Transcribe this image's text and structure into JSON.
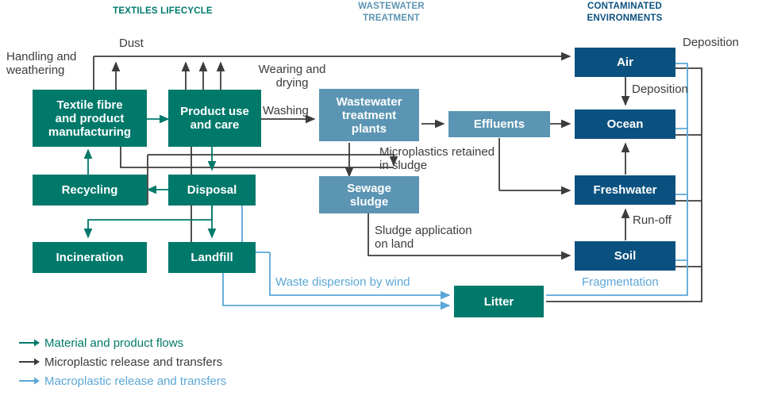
{
  "headers": [
    {
      "id": "textiles",
      "label": "TEXTILES LIFECYCLE",
      "color": "#00796b"
    },
    {
      "id": "wastewater",
      "label": "WASTEWATER\nTREATMENT",
      "line1": "WASTEWATER",
      "line2": "TREATMENT",
      "color": "#5b95b3"
    },
    {
      "id": "contaminated",
      "label": "CONTAMINATED\nENVIRONMENTS",
      "line1": "CONTAMINATED",
      "line2": "ENVIRONMENTS",
      "color": "#0b5180"
    }
  ],
  "nodes": {
    "textile_fibre": "Textile fibre\nand product\nmanufacturing",
    "textile_fibre_l1": "Textile fibre",
    "textile_fibre_l2": "and product",
    "textile_fibre_l3": "manufacturing",
    "product_use_l1": "Product use",
    "product_use_l2": "and care",
    "recycling": "Recycling",
    "disposal": "Disposal",
    "incineration": "Incineration",
    "landfill": "Landfill",
    "wwtp_l1": "Wastewater",
    "wwtp_l2": "treatment",
    "wwtp_l3": "plants",
    "effluents": "Effluents",
    "sewage_l1": "Sewage",
    "sewage_l2": "sludge",
    "litter": "Litter",
    "air": "Air",
    "ocean": "Ocean",
    "freshwater": "Freshwater",
    "soil": "Soil"
  },
  "edge_labels": {
    "dust": "Dust",
    "handling_l1": "Handling and",
    "handling_l2": "weathering",
    "wearing_l1": "Wearing and",
    "wearing_l2": "drying",
    "washing": "Washing",
    "microplastics_l1": "Microplastics retained",
    "microplastics_l2": "in sludge",
    "sludge_l1": "Sludge application",
    "sludge_l2": "on land",
    "deposition_top": "Deposition",
    "deposition_air_ocean": "Deposition",
    "runoff": "Run-off",
    "waste_dispersion": "Waste dispersion by wind",
    "fragmentation": "Fragmentation"
  },
  "legend": [
    {
      "label": "Material and product flows",
      "color": "#00796b"
    },
    {
      "label": "Microplastic release and transfers",
      "color": "#3c3c3b"
    },
    {
      "label": "Macroplastic release and transfers",
      "color": "#5ba7d6"
    }
  ],
  "colors": {
    "teal": "#00796b",
    "mid_blue": "#5b95b3",
    "dark_blue": "#0b5180",
    "line_black": "#3c3c3b",
    "line_blue": "#5ba7d6",
    "background": "#ffffff"
  },
  "chart_data": {
    "type": "diagram",
    "title": "Textiles lifecycle and plastic release pathways",
    "groups": [
      {
        "name": "TEXTILES LIFECYCLE",
        "members": [
          "Textile fibre and product manufacturing",
          "Product use and care",
          "Recycling",
          "Disposal",
          "Incineration",
          "Landfill",
          "Litter"
        ]
      },
      {
        "name": "WASTEWATER TREATMENT",
        "members": [
          "Wastewater treatment plants",
          "Effluents",
          "Sewage sludge"
        ]
      },
      {
        "name": "CONTAMINATED ENVIRONMENTS",
        "members": [
          "Air",
          "Ocean",
          "Freshwater",
          "Soil"
        ]
      }
    ],
    "edges": [
      {
        "from": "Textile fibre and product manufacturing",
        "to": "Product use and care",
        "type": "material",
        "label": ""
      },
      {
        "from": "Product use and care",
        "to": "Disposal",
        "type": "material",
        "label": ""
      },
      {
        "from": "Disposal",
        "to": "Recycling",
        "type": "material",
        "label": ""
      },
      {
        "from": "Recycling",
        "to": "Textile fibre and product manufacturing",
        "type": "material",
        "label": ""
      },
      {
        "from": "Disposal",
        "to": "Incineration",
        "type": "material",
        "label": ""
      },
      {
        "from": "Disposal",
        "to": "Landfill",
        "type": "material",
        "label": ""
      },
      {
        "from": "Textile fibre and product manufacturing",
        "to": "Air",
        "type": "microplastic",
        "label": "Dust"
      },
      {
        "from": "Product use and care",
        "to": "Wastewater treatment plants",
        "type": "microplastic",
        "label": "Washing"
      },
      {
        "from": "Product use and care",
        "to": "Air",
        "type": "microplastic",
        "label": "Wearing and drying"
      },
      {
        "from": "Wastewater treatment plants",
        "to": "Effluents",
        "type": "microplastic",
        "label": ""
      },
      {
        "from": "Wastewater treatment plants",
        "to": "Sewage sludge",
        "type": "microplastic",
        "label": "Microplastics retained in sludge"
      },
      {
        "from": "Effluents",
        "to": "Ocean",
        "type": "microplastic",
        "label": ""
      },
      {
        "from": "Effluents",
        "to": "Freshwater",
        "type": "microplastic",
        "label": ""
      },
      {
        "from": "Sewage sludge",
        "to": "Soil",
        "type": "microplastic",
        "label": "Sludge application on land"
      },
      {
        "from": "Air",
        "to": "Ocean",
        "type": "microplastic",
        "label": "Deposition"
      },
      {
        "from": "Soil",
        "to": "Freshwater",
        "type": "microplastic",
        "label": "Run-off"
      },
      {
        "from": "Freshwater",
        "to": "Ocean",
        "type": "microplastic",
        "label": ""
      },
      {
        "from": "Litter",
        "to": "Air",
        "type": "microplastic",
        "label": "Fragmentation"
      },
      {
        "from": "Litter",
        "to": "Ocean",
        "type": "microplastic",
        "label": "Fragmentation"
      },
      {
        "from": "Litter",
        "to": "Freshwater",
        "type": "microplastic",
        "label": "Fragmentation"
      },
      {
        "from": "Litter",
        "to": "Soil",
        "type": "microplastic",
        "label": "Fragmentation"
      },
      {
        "from": "Disposal",
        "to": "Litter",
        "type": "macroplastic",
        "label": "Waste dispersion by wind"
      },
      {
        "from": "Landfill",
        "to": "Litter",
        "type": "macroplastic",
        "label": "Waste dispersion by wind"
      },
      {
        "from": "Litter",
        "to": "Air",
        "type": "macroplastic",
        "label": "Deposition"
      },
      {
        "from": "Litter",
        "to": "Ocean",
        "type": "macroplastic",
        "label": ""
      },
      {
        "from": "Litter",
        "to": "Freshwater",
        "type": "macroplastic",
        "label": ""
      },
      {
        "from": "Litter",
        "to": "Soil",
        "type": "macroplastic",
        "label": ""
      }
    ]
  }
}
